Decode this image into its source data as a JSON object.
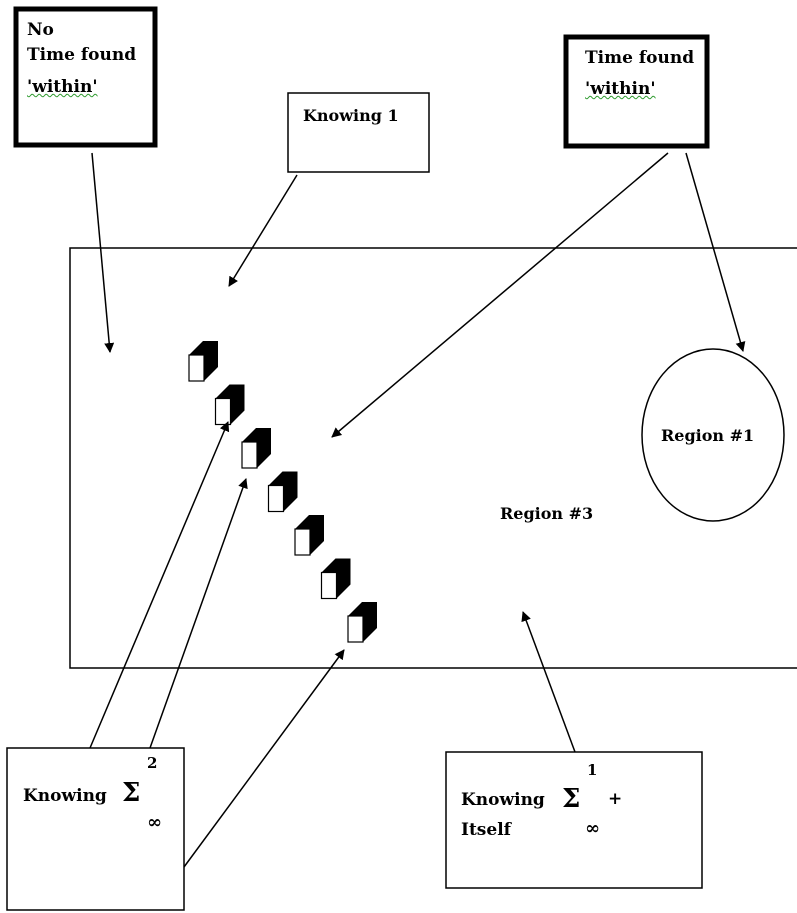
{
  "boxes": {
    "no_time": {
      "line1": "No",
      "line2": "Time found",
      "line3": "'within'"
    },
    "time_found": {
      "line1": "Time found",
      "line2": "'within'"
    },
    "knowing_1": {
      "label": "Knowing 1"
    },
    "knowing_sigma2": {
      "label": "Knowing",
      "sigma": "Σ",
      "superscript": "2",
      "subscript": "∞"
    },
    "knowing_sigma1": {
      "line1": "Knowing",
      "line2": "Itself",
      "sigma": "Σ",
      "superscript": "1",
      "plus": "+",
      "subscript": "∞"
    }
  },
  "regions": {
    "region1": "Region #1",
    "region3": "Region #3"
  },
  "cube_count": 7,
  "colors": {
    "stroke": "#000000",
    "fill": "#ffffff"
  }
}
